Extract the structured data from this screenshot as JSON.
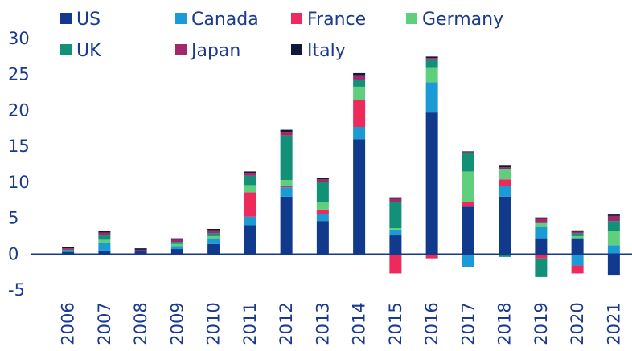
{
  "chart_data": {
    "type": "bar",
    "stacked": true,
    "title": "",
    "xlabel": "",
    "ylabel": "",
    "ylim": [
      -5,
      30
    ],
    "yticks": [
      30,
      25,
      20,
      15,
      10,
      5,
      0,
      -5
    ],
    "grid": false,
    "legend_position": "top",
    "categories": [
      "2006",
      "2007",
      "2008",
      "2009",
      "2010",
      "2011",
      "2012",
      "2013",
      "2014",
      "2015",
      "2016",
      "2017",
      "2018",
      "2019",
      "2020",
      "2021"
    ],
    "series": [
      {
        "name": "US",
        "color": "#123a8c",
        "values": [
          0.3,
          0.5,
          0.4,
          0.7,
          1.4,
          4.0,
          8.0,
          4.6,
          16.0,
          2.6,
          19.7,
          6.6,
          8.0,
          2.2,
          2.2,
          -3.0
        ]
      },
      {
        "name": "Canada",
        "color": "#1b9ad6",
        "values": [
          0.1,
          1.0,
          0.0,
          0.4,
          0.8,
          1.2,
          1.3,
          1.0,
          1.7,
          0.8,
          4.2,
          -1.8,
          1.5,
          1.6,
          -1.6,
          1.2
        ]
      },
      {
        "name": "France",
        "color": "#ee2a5c",
        "values": [
          0.0,
          0.0,
          0.0,
          0.0,
          0.0,
          3.4,
          0.2,
          0.6,
          3.8,
          -2.7,
          -0.6,
          0.6,
          0.9,
          -0.6,
          -1.1,
          0.0
        ]
      },
      {
        "name": "Germany",
        "color": "#5fcf7e",
        "values": [
          0.1,
          0.5,
          0.0,
          0.3,
          0.3,
          1.0,
          0.8,
          1.0,
          1.8,
          0.2,
          2.0,
          4.3,
          1.4,
          0.5,
          0.3,
          2.0
        ]
      },
      {
        "name": "UK",
        "color": "#129178",
        "values": [
          0.1,
          0.6,
          0.0,
          0.3,
          0.4,
          1.3,
          6.2,
          2.8,
          1.0,
          3.6,
          1.1,
          2.6,
          -0.4,
          -2.6,
          0.4,
          1.4
        ]
      },
      {
        "name": "Japan",
        "color": "#a3286b",
        "values": [
          0.2,
          0.4,
          0.2,
          0.3,
          0.4,
          0.3,
          0.5,
          0.4,
          0.6,
          0.5,
          0.3,
          0.1,
          0.3,
          0.6,
          0.2,
          0.7
        ]
      },
      {
        "name": "Italy",
        "color": "#0f1a3a",
        "values": [
          0.2,
          0.2,
          0.2,
          0.2,
          0.2,
          0.3,
          0.3,
          0.2,
          0.3,
          0.2,
          0.2,
          0.1,
          0.2,
          0.2,
          0.2,
          0.2
        ]
      }
    ]
  }
}
